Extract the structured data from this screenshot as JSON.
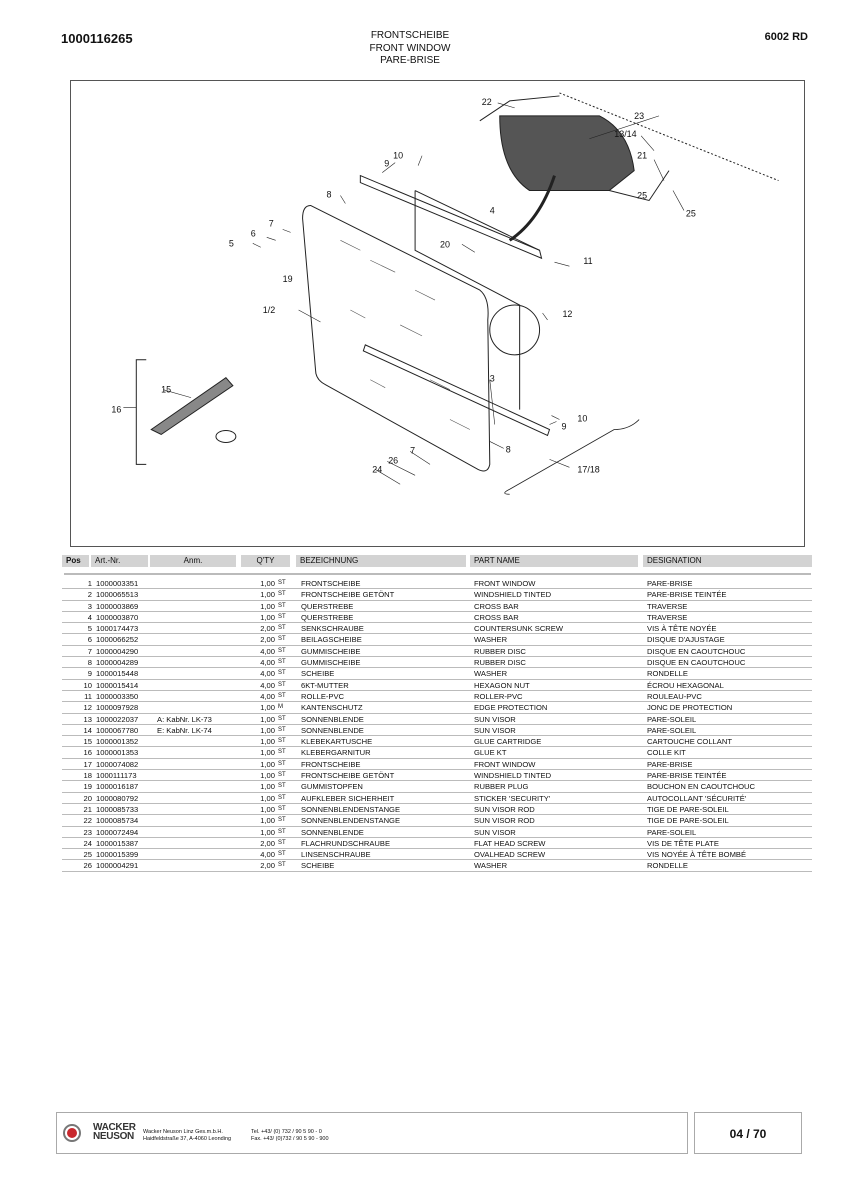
{
  "header": {
    "doc_number": "1000116265",
    "model": "6002 RD",
    "title_de": "FRONTSCHEIBE",
    "title_en": "FRONT WINDOW",
    "title_fr": "PARE-BRISE"
  },
  "diagram": {
    "callouts": [
      "22",
      "23",
      "13/14",
      "21",
      "25",
      "25",
      "10",
      "9",
      "8",
      "4",
      "7",
      "6",
      "5",
      "20",
      "11",
      "19",
      "1/2",
      "12",
      "15",
      "16",
      "3",
      "10",
      "9",
      "8",
      "7",
      "26",
      "24",
      "17/18"
    ]
  },
  "table": {
    "headers": {
      "pos": "Pos",
      "art": "Art.-Nr.",
      "anm": "Anm.",
      "qty": "Q'TY",
      "de": "BEZEICHNUNG",
      "en": "PART NAME",
      "fr": "DESIGNATION"
    },
    "rows": [
      {
        "pos": "1",
        "art": "1000003351",
        "anm": "",
        "qty": "1,00",
        "unit": "ST",
        "de": "FRONTSCHEIBE",
        "en": "FRONT WINDOW",
        "fr": "PARE-BRISE"
      },
      {
        "pos": "2",
        "art": "1000065513",
        "anm": "",
        "qty": "1,00",
        "unit": "ST",
        "de": "FRONTSCHEIBE GETÖNT",
        "en": "WINDSHIELD  TINTED",
        "fr": "PARE-BRISE TEINTÉE"
      },
      {
        "pos": "3",
        "art": "1000003869",
        "anm": "",
        "qty": "1,00",
        "unit": "ST",
        "de": "QUERSTREBE",
        "en": "CROSS BAR",
        "fr": "TRAVERSE"
      },
      {
        "pos": "4",
        "art": "1000003870",
        "anm": "",
        "qty": "1,00",
        "unit": "ST",
        "de": "QUERSTREBE",
        "en": "CROSS BAR",
        "fr": "TRAVERSE"
      },
      {
        "pos": "5",
        "art": "1000174473",
        "anm": "",
        "qty": "2,00",
        "unit": "ST",
        "de": "SENKSCHRAUBE",
        "en": "COUNTERSUNK SCREW",
        "fr": "VIS À TÊTE NOYÉE"
      },
      {
        "pos": "6",
        "art": "1000066252",
        "anm": "",
        "qty": "2,00",
        "unit": "ST",
        "de": "BEILAGSCHEIBE",
        "en": "WASHER",
        "fr": "DISQUE D'AJUSTAGE"
      },
      {
        "pos": "7",
        "art": "1000004290",
        "anm": "",
        "qty": "4,00",
        "unit": "ST",
        "de": "GUMMISCHEIBE",
        "en": "RUBBER DISC",
        "fr": "DISQUE EN CAOUTCHOUC"
      },
      {
        "pos": "8",
        "art": "1000004289",
        "anm": "",
        "qty": "4,00",
        "unit": "ST",
        "de": "GUMMISCHEIBE",
        "en": "RUBBER DISC",
        "fr": "DISQUE EN CAOUTCHOUC"
      },
      {
        "pos": "9",
        "art": "1000015448",
        "anm": "",
        "qty": "4,00",
        "unit": "ST",
        "de": "SCHEIBE",
        "en": "WASHER",
        "fr": "RONDELLE"
      },
      {
        "pos": "10",
        "art": "1000015414",
        "anm": "",
        "qty": "4,00",
        "unit": "ST",
        "de": "6KT-MUTTER",
        "en": "HEXAGON NUT",
        "fr": "ÉCROU HEXAGONAL"
      },
      {
        "pos": "11",
        "art": "1000003350",
        "anm": "",
        "qty": "4,00",
        "unit": "ST",
        "de": "ROLLE-PVC",
        "en": "ROLLER-PVC",
        "fr": "ROULEAU-PVC"
      },
      {
        "pos": "12",
        "art": "1000097928",
        "anm": "",
        "qty": "1,00",
        "unit": "M",
        "de": "KANTENSCHUTZ",
        "en": "EDGE PROTECTION",
        "fr": "JONC DE PROTECTION"
      },
      {
        "pos": "13",
        "art": "1000022037",
        "anm": "A: KabNr. LK-73",
        "qty": "1,00",
        "unit": "ST",
        "de": "SONNENBLENDE",
        "en": "SUN VISOR",
        "fr": "PARE-SOLEIL"
      },
      {
        "pos": "14",
        "art": "1000067780",
        "anm": "E: KabNr. LK-74",
        "qty": "1,00",
        "unit": "ST",
        "de": "SONNENBLENDE",
        "en": "SUN VISOR",
        "fr": "PARE-SOLEIL"
      },
      {
        "pos": "15",
        "art": "1000001352",
        "anm": "",
        "qty": "1,00",
        "unit": "ST",
        "de": "KLEBEKARTUSCHE",
        "en": "GLUE CARTRIDGE",
        "fr": "CARTOUCHE COLLANT"
      },
      {
        "pos": "16",
        "art": "1000001353",
        "anm": "",
        "qty": "1,00",
        "unit": "ST",
        "de": "KLEBERGARNITUR",
        "en": "GLUE KT",
        "fr": "COLLE KIT"
      },
      {
        "pos": "17",
        "art": "1000074082",
        "anm": "",
        "qty": "1,00",
        "unit": "ST",
        "de": "FRONTSCHEIBE",
        "en": "FRONT WINDOW",
        "fr": "PARE-BRISE"
      },
      {
        "pos": "18",
        "art": "1000111173",
        "anm": "",
        "qty": "1,00",
        "unit": "ST",
        "de": "FRONTSCHEIBE GETÖNT",
        "en": "WINDSHIELD  TINTED",
        "fr": "PARE-BRISE TEINTÉE"
      },
      {
        "pos": "19",
        "art": "1000016187",
        "anm": "",
        "qty": "1,00",
        "unit": "ST",
        "de": "GUMMISTOPFEN",
        "en": "RUBBER PLUG",
        "fr": "BOUCHON EN CAOUTCHOUC"
      },
      {
        "pos": "20",
        "art": "1000080792",
        "anm": "",
        "qty": "1,00",
        "unit": "ST",
        "de": "AUFKLEBER SICHERHEIT",
        "en": "STICKER 'SECURITY'",
        "fr": "AUTOCOLLANT 'SÉCURITÉ'"
      },
      {
        "pos": "21",
        "art": "1000085733",
        "anm": "",
        "qty": "1,00",
        "unit": "ST",
        "de": "SONNENBLENDENSTANGE",
        "en": "SUN VISOR ROD",
        "fr": "TIGE DE PARE-SOLEIL"
      },
      {
        "pos": "22",
        "art": "1000085734",
        "anm": "",
        "qty": "1,00",
        "unit": "ST",
        "de": "SONNENBLENDENSTANGE",
        "en": "SUN VISOR ROD",
        "fr": "TIGE DE PARE-SOLEIL"
      },
      {
        "pos": "23",
        "art": "1000072494",
        "anm": "",
        "qty": "1,00",
        "unit": "ST",
        "de": "SONNENBLENDE",
        "en": "SUN VISOR",
        "fr": "PARE-SOLEIL"
      },
      {
        "pos": "24",
        "art": "1000015387",
        "anm": "",
        "qty": "2,00",
        "unit": "ST",
        "de": "FLACHRUNDSCHRAUBE",
        "en": "FLAT HEAD SCREW",
        "fr": "VIS DE TÊTE PLATE"
      },
      {
        "pos": "25",
        "art": "1000015399",
        "anm": "",
        "qty": "4,00",
        "unit": "ST",
        "de": "LINSENSCHRAUBE",
        "en": "OVALHEAD SCREW",
        "fr": "VIS NOYÉE À TÊTE BOMBÉ"
      },
      {
        "pos": "26",
        "art": "1000004291",
        "anm": "",
        "qty": "2,00",
        "unit": "ST",
        "de": "SCHEIBE",
        "en": "WASHER",
        "fr": "RONDELLE"
      }
    ]
  },
  "footer": {
    "brand_line1": "WACKER",
    "brand_line2": "NEUSON",
    "company": "Wacker Neuson Linz  Ges.m.b.H.",
    "address": "Haidfeldstraße 37, A-4060 Leonding",
    "tel": "Tel. +43/ (0) 732 / 90 5 90 - 0",
    "fax": "Fax. +43/ (0)732 / 90 5 90 - 900",
    "page": "04 / 70"
  }
}
